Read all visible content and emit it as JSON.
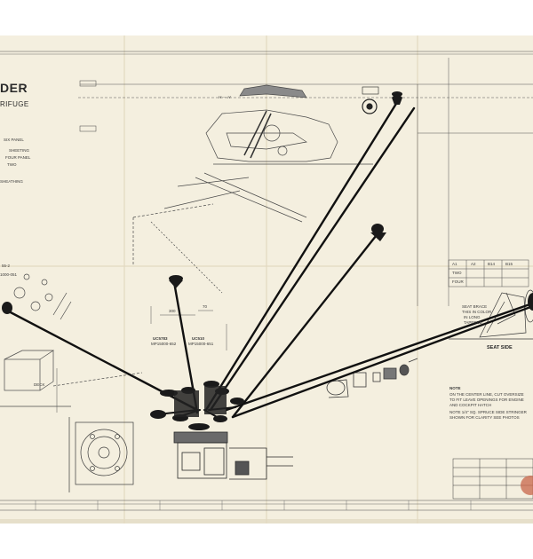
{
  "sheet": {
    "title_fragment": "DER",
    "subtitle_fragment": "RIFUGE",
    "notes_left": [
      "SIX PANEL",
      "SHEETING",
      "FOUR PANEL",
      "TWO"
    ],
    "sheathing_label": "SHEATHING",
    "section_label": "H — H",
    "part_numbers": [
      "UC5783",
      "MP15000-652",
      "UC510",
      "MP15000-651",
      "55-2",
      "1000-051"
    ],
    "seat_side_label": "SEAT SIDE",
    "seat_brace_note": [
      "SEAT BRACE",
      "THIS IN COLOR",
      "IN LONG",
      "TAPERED"
    ],
    "deck_label": "DECK",
    "notes": [
      "NOTE",
      "ON THE CENTER LINE, CUT OVERSIZE",
      "TO FIT LEAVE OPENINGS FOR ENGINE",
      "AND COCKPIT HATCH",
      "NOTE 1/4\" SQ. SPRUCE SIDE STRINGER",
      "SHOWN FOR CLARITY SEE PHOTOS"
    ],
    "table_header": [
      "A1",
      "A2",
      "B14",
      "B15"
    ],
    "table_rows": [
      [
        "TWO",
        "",
        "",
        ""
      ],
      [
        "FOUR",
        "",
        "",
        ""
      ]
    ],
    "dim_300": "300",
    "dim_70": "70"
  },
  "colors": {
    "paper": "#f4efdf",
    "ink": "#3a3a3a",
    "thread": "#111111",
    "red_ink": "#b01a1a",
    "stamp": "#c8664a"
  }
}
